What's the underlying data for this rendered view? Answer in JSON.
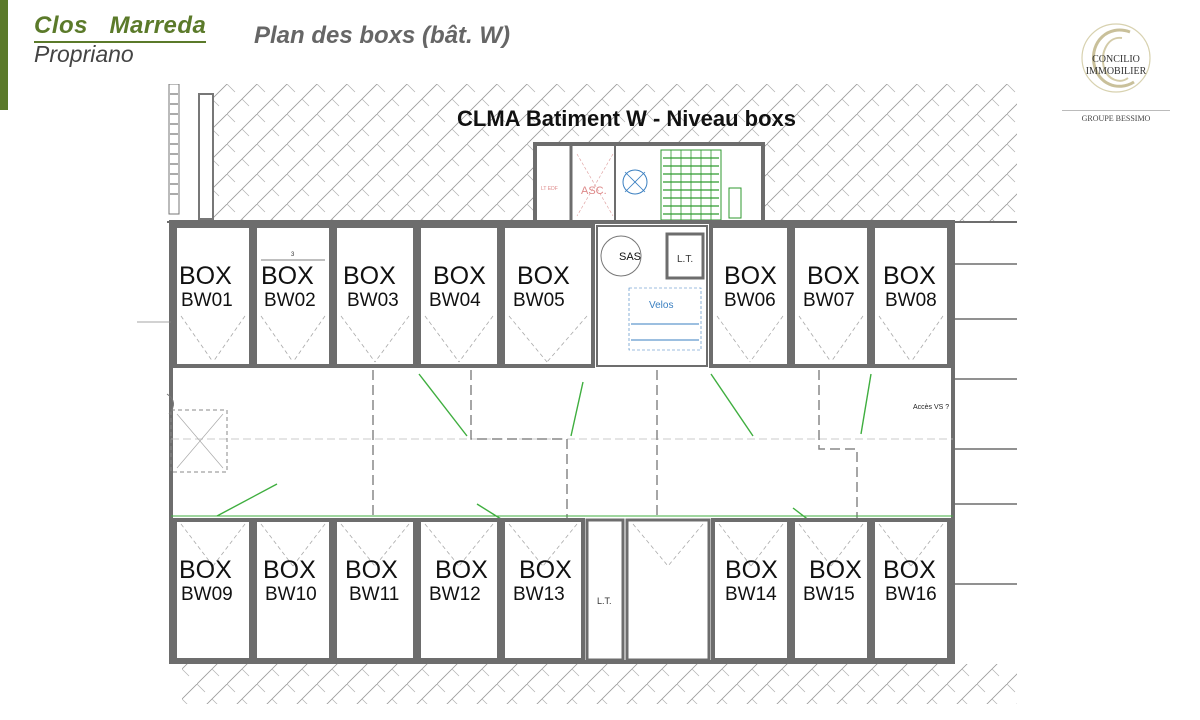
{
  "header": {
    "brand_name": "Clos   Marreda",
    "brand_city": "Propriano",
    "page_title": "Plan des boxs (bât. W)"
  },
  "logo": {
    "line1": "CONCILIO",
    "line2": "IMMOBILIER",
    "group": "GROUPE BESSIMO"
  },
  "plan": {
    "title": "CLMA Batiment W - Niveau boxs",
    "box_word": "BOX",
    "top_boxes": [
      "BW01",
      "BW02",
      "BW03",
      "BW04",
      "BW05",
      "BW06",
      "BW07",
      "BW08"
    ],
    "bottom_boxes": [
      "BW09",
      "BW10",
      "BW11",
      "BW12",
      "BW13",
      "BW14",
      "BW15",
      "BW16"
    ],
    "labels": {
      "asc": "ASC.",
      "lt_edf": "LT EDF",
      "sas": "SAS",
      "lt_top": "L.T.",
      "lt_bottom": "L.T.",
      "velos": "Velos",
      "acces": "Accès VS ?",
      "dim": "3"
    }
  },
  "colors": {
    "accent": "#5b7a2a",
    "wall": "#7a7a7a",
    "door": "#3fae3f",
    "hatch": "#9a9a9a"
  }
}
